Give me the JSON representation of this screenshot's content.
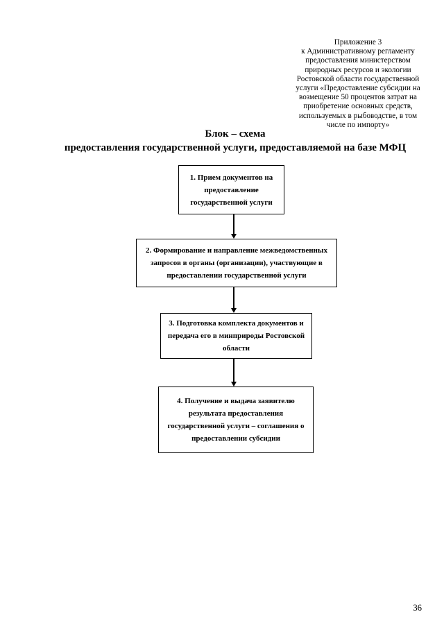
{
  "annex": {
    "lines": [
      "Приложение 3",
      "к Административному регламенту",
      "предоставления министерством",
      "природных ресурсов и экологии",
      "Ростовской области государственной",
      "услуги «Предоставление субсидии на",
      "возмещение 50 процентов затрат на",
      "приобретение основных средств,",
      "используемых в рыбоводстве, в том",
      "числе по импорту»"
    ]
  },
  "title": {
    "line1": "Блок – схема",
    "line2": "предоставления государственной услуги, предоставляемой на базе МФЦ"
  },
  "flowchart": {
    "steps": [
      {
        "lines": [
          "1. Прием документов на",
          "предоставление",
          "государственной услуги"
        ]
      },
      {
        "lines": [
          "2. Формирование и направление межведомственных",
          "запросов в органы (организации), участвующие в",
          "предоставлении государственной услуги"
        ]
      },
      {
        "lines": [
          "3. Подготовка комплекта документов и",
          "передача его в минприроды Ростовской",
          "области"
        ]
      },
      {
        "lines": [
          "4. Получение и выдача заявителю",
          "результата предоставления",
          "государственной услуги – соглашения о",
          "предоставлении субсидии"
        ]
      }
    ]
  },
  "page": {
    "number": "36"
  },
  "colors": {
    "text": "#000000",
    "background": "#ffffff",
    "box_border": "#000000"
  }
}
